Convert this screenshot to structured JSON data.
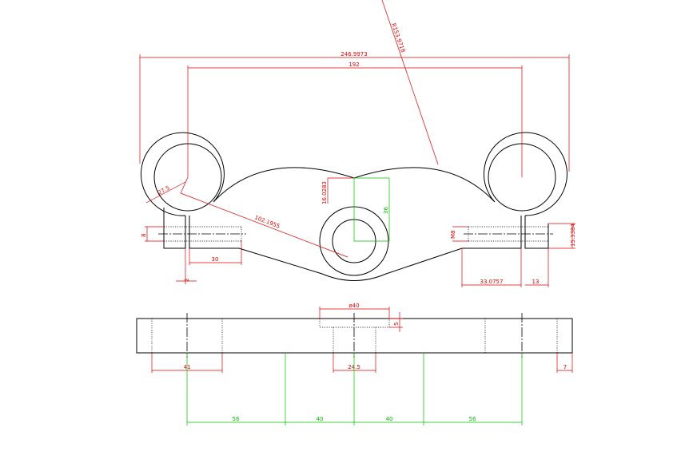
{
  "colors": {
    "outline": "#000000",
    "dimension_red": "#e00000",
    "dimension_green": "#00c000"
  },
  "top_view": {
    "overall_width": "246.9973",
    "center_distance": "192",
    "arc_radius": "R153.9718",
    "end_radius": "27.5",
    "diagonal": "102.1955",
    "depth_red": "16.0283",
    "depth_green": "36",
    "slot_height": "8",
    "hole_left": "30",
    "slot_width": "2",
    "thread_label": "M8",
    "right_height": "15.3384",
    "right_length": "33.0757",
    "right_offset": "13"
  },
  "front_view": {
    "top_diameter": "ø40",
    "step_depth": "5",
    "bore_left": "41",
    "bore_center": "24.5",
    "edge_right": "7",
    "spacing": [
      "56",
      "40",
      "40",
      "56"
    ]
  }
}
